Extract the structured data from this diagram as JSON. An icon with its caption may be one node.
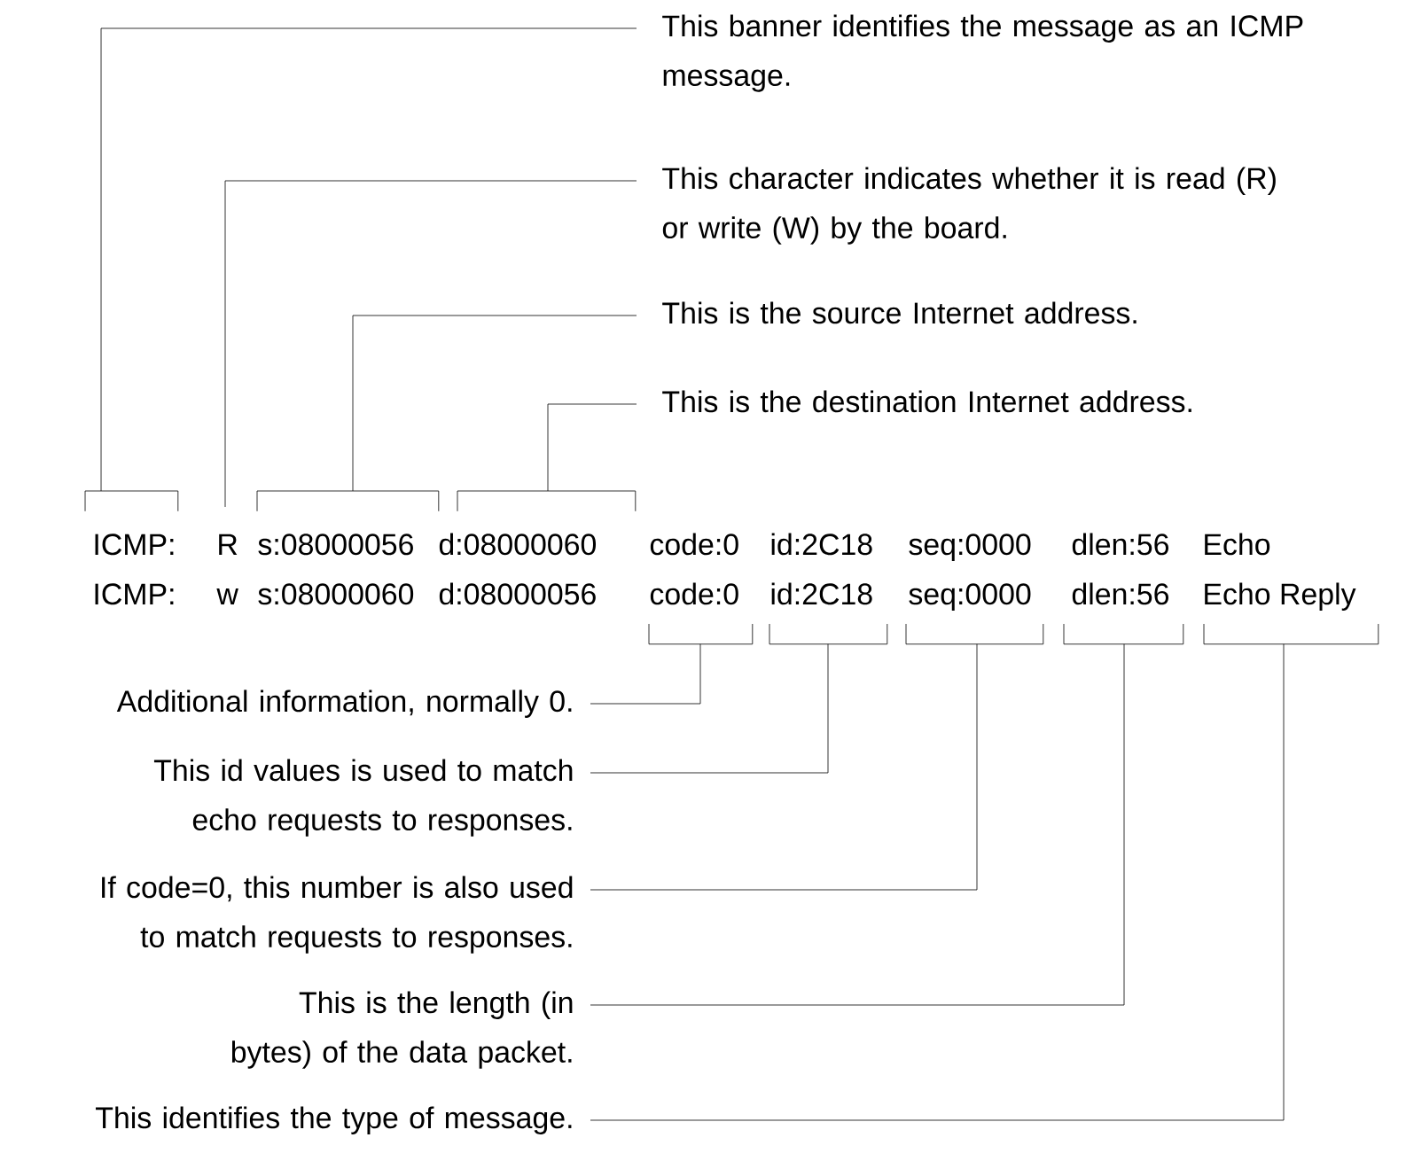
{
  "diagram": {
    "nodes": [
      {
        "text": [
          "This banner identifies the message as an ICMP message."
        ]
      },
      {
        "text": [
          "This character indicates whether it is read (R) or write (W) by the board."
        ]
      },
      {
        "text": [
          "This is the source Internet address."
        ]
      },
      {
        "text": [
          "This is the destination Internet address."
        ]
      },
      {
        "text": [],
        "shape": "bracket"
      },
      {
        "text": [],
        "shape": "bracket"
      },
      {
        "text": [],
        "shape": "bracket"
      },
      {
        "text": [],
        "shape": "bracket"
      },
      {
        "text": [],
        "shape": "bracket"
      },
      {
        "text": [],
        "shape": "bracket"
      },
      {
        "text": [],
        "shape": "bracket"
      },
      {
        "text": [],
        "shape": "bracket"
      },
      {
        "text": [
          "Additional information, normally 0."
        ]
      },
      {
        "text": [
          "This id values is used to match echo requests to responses."
        ]
      },
      {
        "text": [
          "If code=0, this number is also used to match requests to responses."
        ]
      },
      {
        "text": [
          "This is the length (in bytes) of the data packet."
        ]
      },
      {
        "text": [
          "This identifies the type of message."
        ]
      }
    ],
    "edges": [
      {
        "from": 0,
        "to": 4,
        "arrow": "none"
      },
      {
        "from": 1,
        "to": null,
        "arrow": "none"
      },
      {
        "from": 2,
        "to": 5,
        "arrow": "none"
      },
      {
        "from": 3,
        "to": 6,
        "arrow": "none"
      },
      {
        "from": 12,
        "to": 7,
        "arrow": "none"
      },
      {
        "from": 13,
        "to": 8,
        "arrow": "none"
      },
      {
        "from": 14,
        "to": 9,
        "arrow": "none"
      },
      {
        "from": 15,
        "to": 10,
        "arrow": "none"
      },
      {
        "from": 16,
        "to": 11,
        "arrow": "none"
      }
    ],
    "labels": [
      "ICMP:",
      "R",
      "s:08000056",
      "d:08000060",
      "code:0",
      "id:2C18",
      "seq:0000",
      "dlen:56",
      "Echo",
      "ICMP:",
      "w",
      "s:08000060",
      "d:08000056",
      "code:0",
      "id:2C18",
      "seq:0000",
      "dlen:56",
      "Echo Reply"
    ]
  }
}
